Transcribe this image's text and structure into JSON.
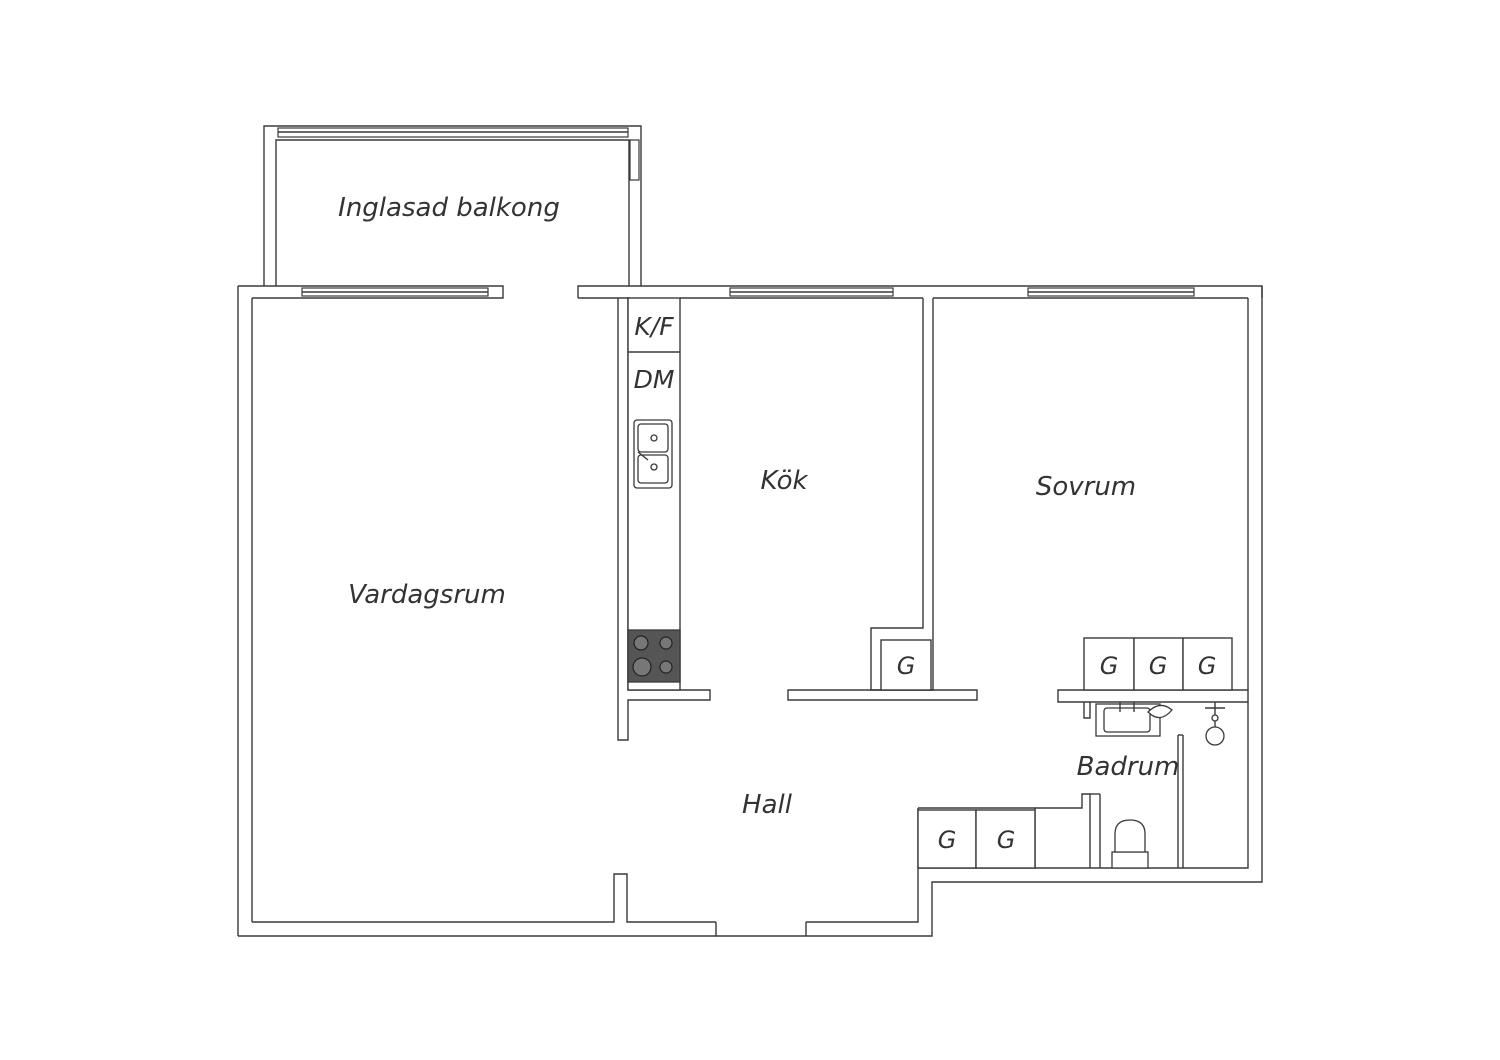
{
  "rooms": {
    "balcony": "Inglasad balkong",
    "living": "Vardagsrum",
    "kitchen": "Kök",
    "bedroom": "Sovrum",
    "hall": "Hall",
    "bathroom": "Badrum"
  },
  "appliances": {
    "fridge_freezer": "K/F",
    "dishwasher": "DM"
  },
  "closets": {
    "label": "G",
    "kitchen": [
      "G"
    ],
    "bedroom": [
      "G",
      "G",
      "G"
    ],
    "hall": [
      "G",
      "G"
    ]
  },
  "colors": {
    "line": "#3a3a3a",
    "stove": "#555555",
    "text": "#333333"
  }
}
